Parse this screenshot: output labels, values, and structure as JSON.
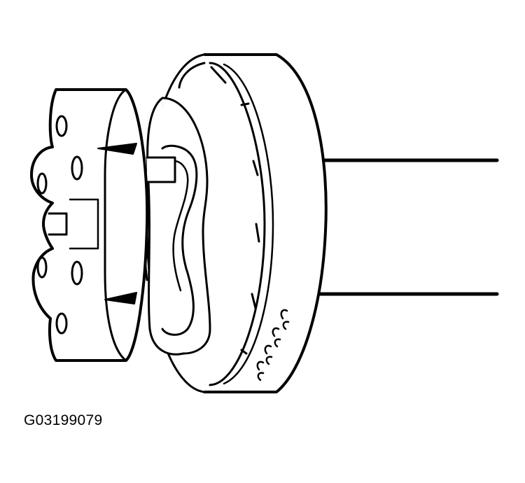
{
  "figure": {
    "id_label": "G03199079",
    "colors": {
      "ink": "#000000",
      "paper": "#ffffff"
    },
    "components": [
      "flex-coupling",
      "clamp-ring",
      "housing",
      "drive-shaft"
    ]
  }
}
